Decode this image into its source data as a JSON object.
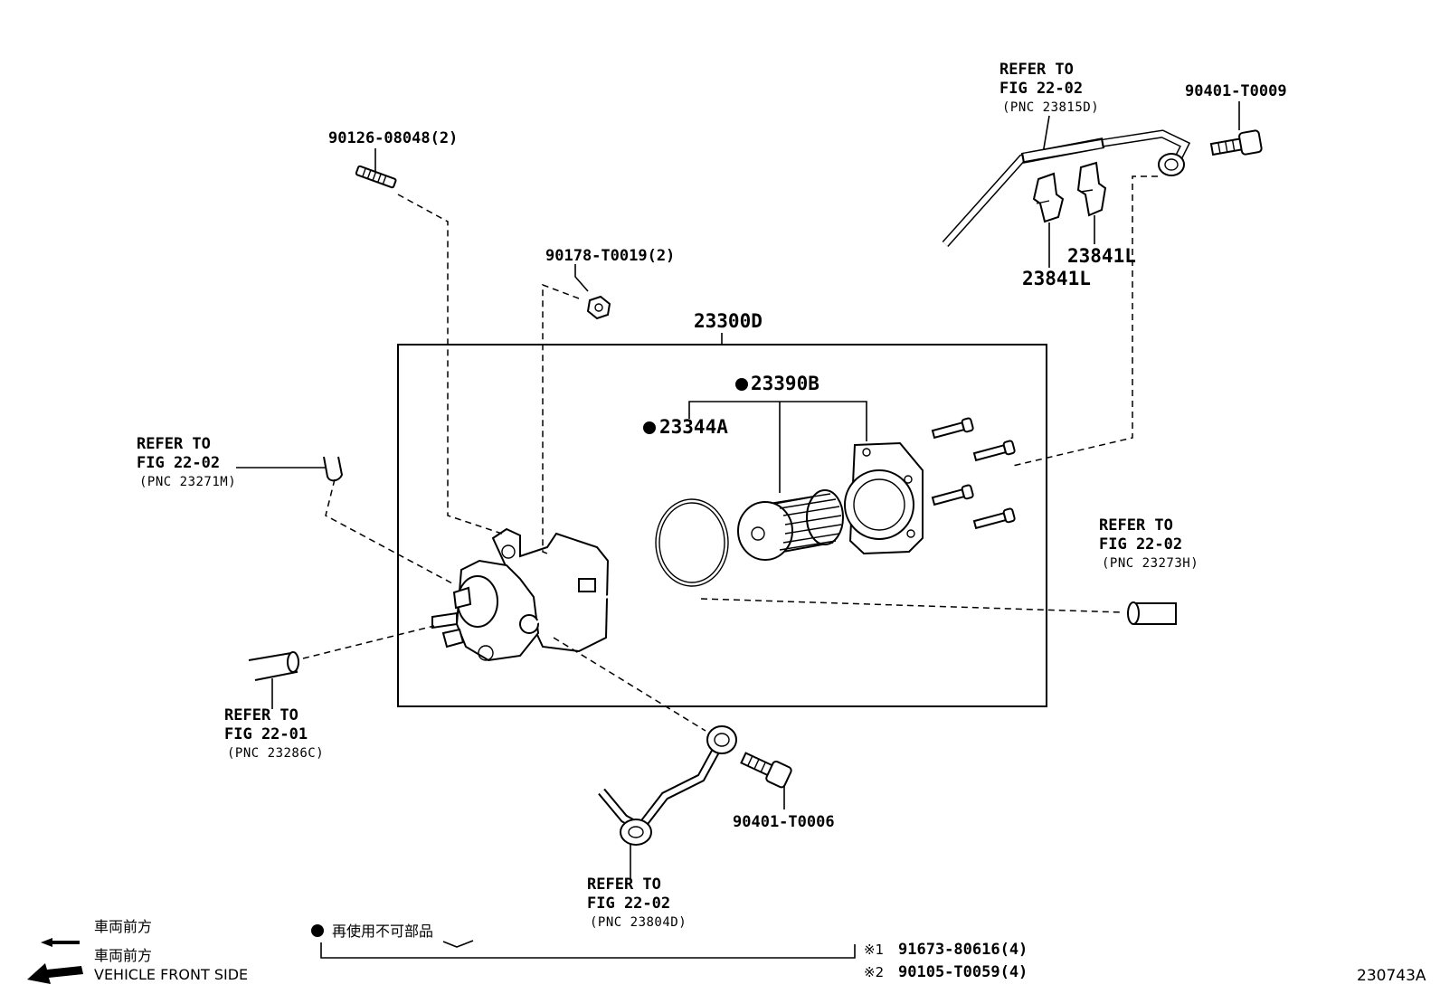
{
  "refs": {
    "refer_to": "REFER TO",
    "top": {
      "fig": "FIG 22-02",
      "pnc": "(PNC 23815D)"
    },
    "left": {
      "fig": "FIG 22-02",
      "pnc": "(PNC 23271M)"
    },
    "right": {
      "fig": "FIG 22-02",
      "pnc": "(PNC 23273H)"
    },
    "lower_left": {
      "fig": "FIG 22-01",
      "pnc": "(PNC 23286C)"
    },
    "bottom": {
      "fig": "FIG 22-02",
      "pnc": "(PNC 23804D)"
    }
  },
  "parts": {
    "stud_bolt": "90126-08048(2)",
    "nut": "90178-T0019(2)",
    "assembly": "23300D",
    "element": "23390B",
    "o_ring": "23344A",
    "union_bolt_top": "90401-T0009",
    "clamp_a": "23841L",
    "clamp_b": "23841L",
    "union_bolt_bottom": "90401-T0006"
  },
  "legend": {
    "front_jp_1": "車両前方",
    "front_jp_2": "車両前方",
    "front_en": "VEHICLE FRONT SIDE",
    "non_reusable": "再使用不可部品",
    "note1_mark": "※1",
    "note1_part": "91673-80616(4)",
    "note2_mark": "※2",
    "note2_part": "90105-T0059(4)"
  },
  "figure_id": "230743A"
}
